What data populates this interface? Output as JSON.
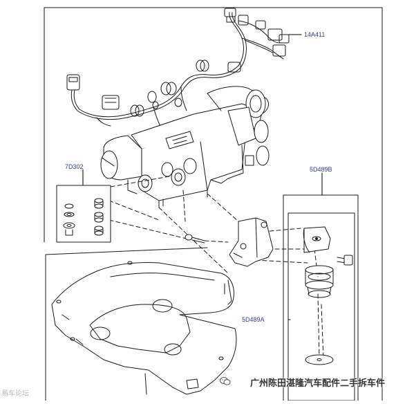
{
  "labels": {
    "harness": "14A411",
    "seal_kit": "7D302",
    "mount_kit": "5D489B",
    "isolator": "5D489A"
  },
  "watermark": {
    "right": "广州陈田湛隆汽车配件二手拆车件",
    "left": "易车论坛"
  },
  "colors": {
    "line": "#1a1a1a",
    "callout_text": "#2a3fa8",
    "leader_line": "#000000"
  }
}
